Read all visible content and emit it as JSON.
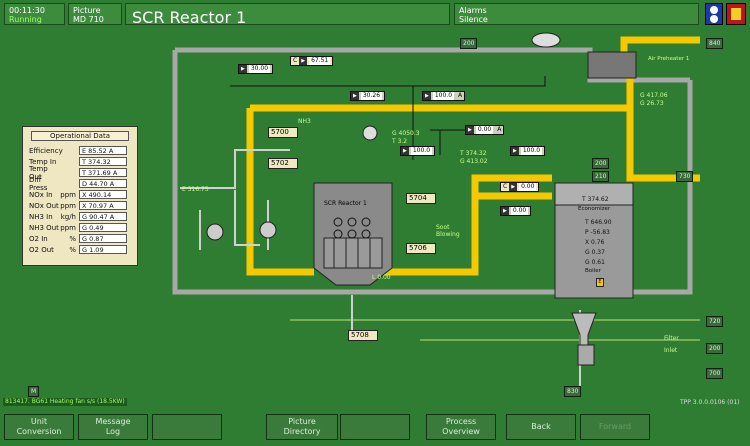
{
  "header": {
    "time": "00:11:30",
    "status": "Running",
    "picture_label": "Picture",
    "picture_id": "MD    710",
    "title": "SCR Reactor 1",
    "alarms": "Alarms",
    "silence": "Silence"
  },
  "ops": {
    "title": "Operational Data",
    "rows": [
      {
        "k": "Efficiency",
        "u": "",
        "v": "E 85.52    A"
      },
      {
        "k": "Temp In",
        "u": "",
        "v": "T 374.32"
      },
      {
        "k": "Temp Out",
        "u": "",
        "v": "T 371.69   A"
      },
      {
        "k": "Diff Press",
        "u": "",
        "v": "D 44.70    A"
      },
      {
        "k": "NOx In",
        "u": "ppm",
        "v": "X 490.14"
      },
      {
        "k": "NOx Out",
        "u": "ppm",
        "v": "X 70.97    A"
      },
      {
        "k": "NH3 In",
        "u": "kg/h",
        "v": "G 90.47    A"
      },
      {
        "k": "NH3 Out",
        "u": "ppm",
        "v": "G 0.49"
      },
      {
        "k": "O2 In",
        "u": "%",
        "v": "G 0.87"
      },
      {
        "k": "O2 Out",
        "u": "%",
        "v": "G 1.09"
      }
    ]
  },
  "tags": {
    "t200": "200",
    "t840": "840",
    "t200b": "200",
    "t720": "720",
    "t730": "730",
    "t200c": "200",
    "t210": "210",
    "t700": "700",
    "t830": "830",
    "m": "M"
  },
  "values": {
    "c1": "30.00",
    "c2": "67.51",
    "c3": "30.26",
    "c4": "100.0",
    "c5": "0.00",
    "c6": "100.0",
    "c7": "100.0",
    "c8": "0.00",
    "c9": "0.00",
    "air_pre": "Air Preheater 1",
    "air_g1": "G 417.06",
    "air_g2": "G 26.73",
    "g4050": "G 4050.3",
    "t3": "T 3.2",
    "t374": "T 374.32",
    "g413": "G 413.02",
    "e316": "E 316.75",
    "nh3": "NH3",
    "reactor": "SCR Reactor 1",
    "soot": "Soot\nBlowing",
    "l000": "L 0.00",
    "eco_t": "T 374.62",
    "eco": "Economizer",
    "eco_vals": [
      "T 646.90",
      "P -56.83",
      "X 0.76",
      "G 0.37",
      "G 0.61"
    ],
    "boiler": "Boiler",
    "filter": "Filter",
    "inlet": "Inlet",
    "s5700": "5700",
    "s5702": "5702",
    "s5708": "5708",
    "s5704": "5704",
    "s5706": "5706"
  },
  "status_line": "813417.  BG61 Heating fan s/s      (18.5KW)",
  "version": "TPP 3.0.0.0106 (01)",
  "buttons": [
    "Unit\nConversion",
    "Message\nLog",
    "",
    "Picture\nDirectory",
    "",
    "Process\nOverview",
    "Back",
    "Forward"
  ]
}
